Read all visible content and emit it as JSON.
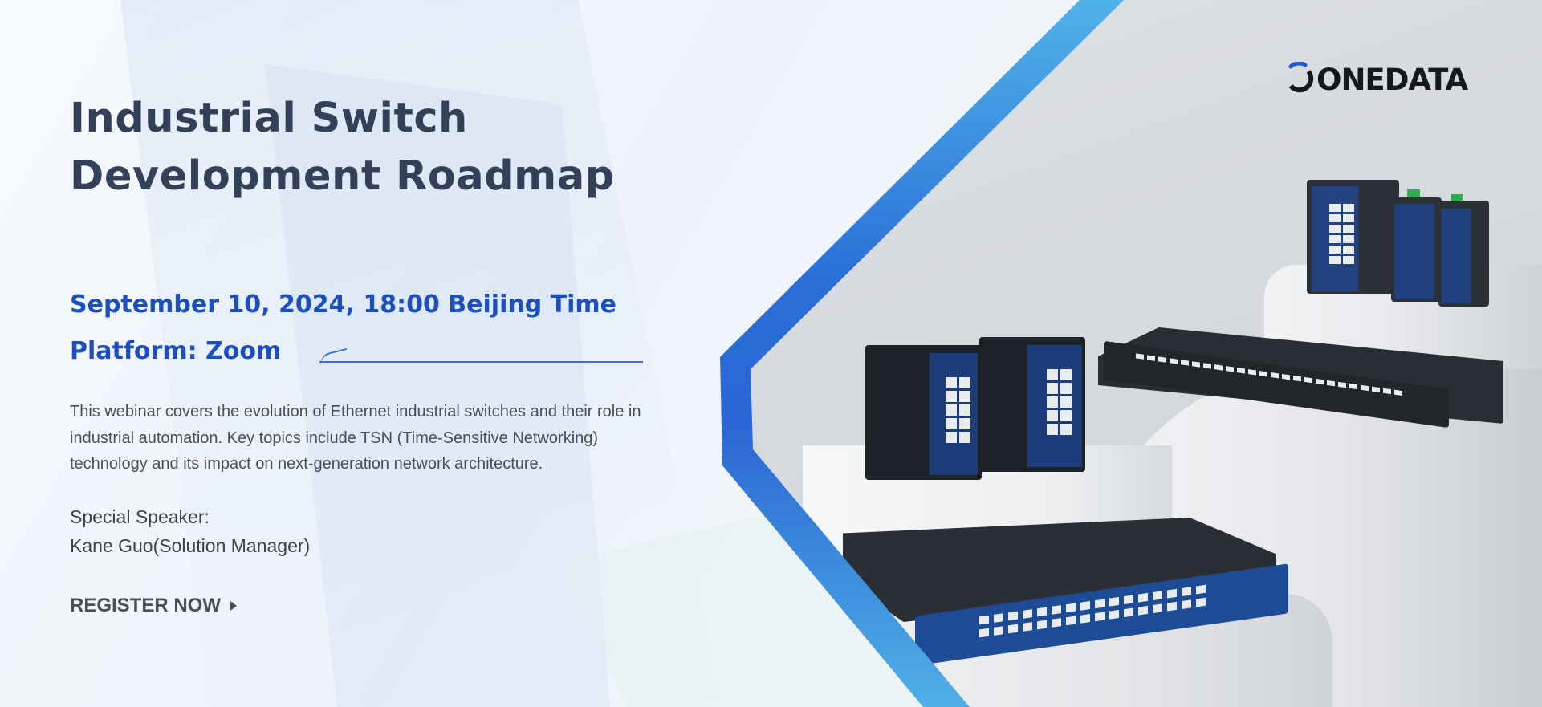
{
  "title": {
    "line1": "Industrial Switch",
    "line2": "Development Roadmap"
  },
  "event": {
    "datetime": "September 10, 2024, 18:00 Beijing Time",
    "platform": "Platform: Zoom"
  },
  "description": "This webinar covers the evolution of Ethernet industrial switches and their role in industrial automation. Key topics include TSN (Time-Sensitive Networking) technology and its impact on next-generation network architecture.",
  "speaker": {
    "label": "Special Speaker:",
    "name": "Kane Guo(Solution Manager)"
  },
  "cta": {
    "label": "REGISTER NOW",
    "icon": "play-arrow-icon"
  },
  "logo": {
    "text": "ONEDATA"
  },
  "colors": {
    "title": "#324159",
    "accent": "#1b4fc0",
    "frame_top": "#4fb2e8",
    "frame_mid": "#2a6fd8"
  }
}
